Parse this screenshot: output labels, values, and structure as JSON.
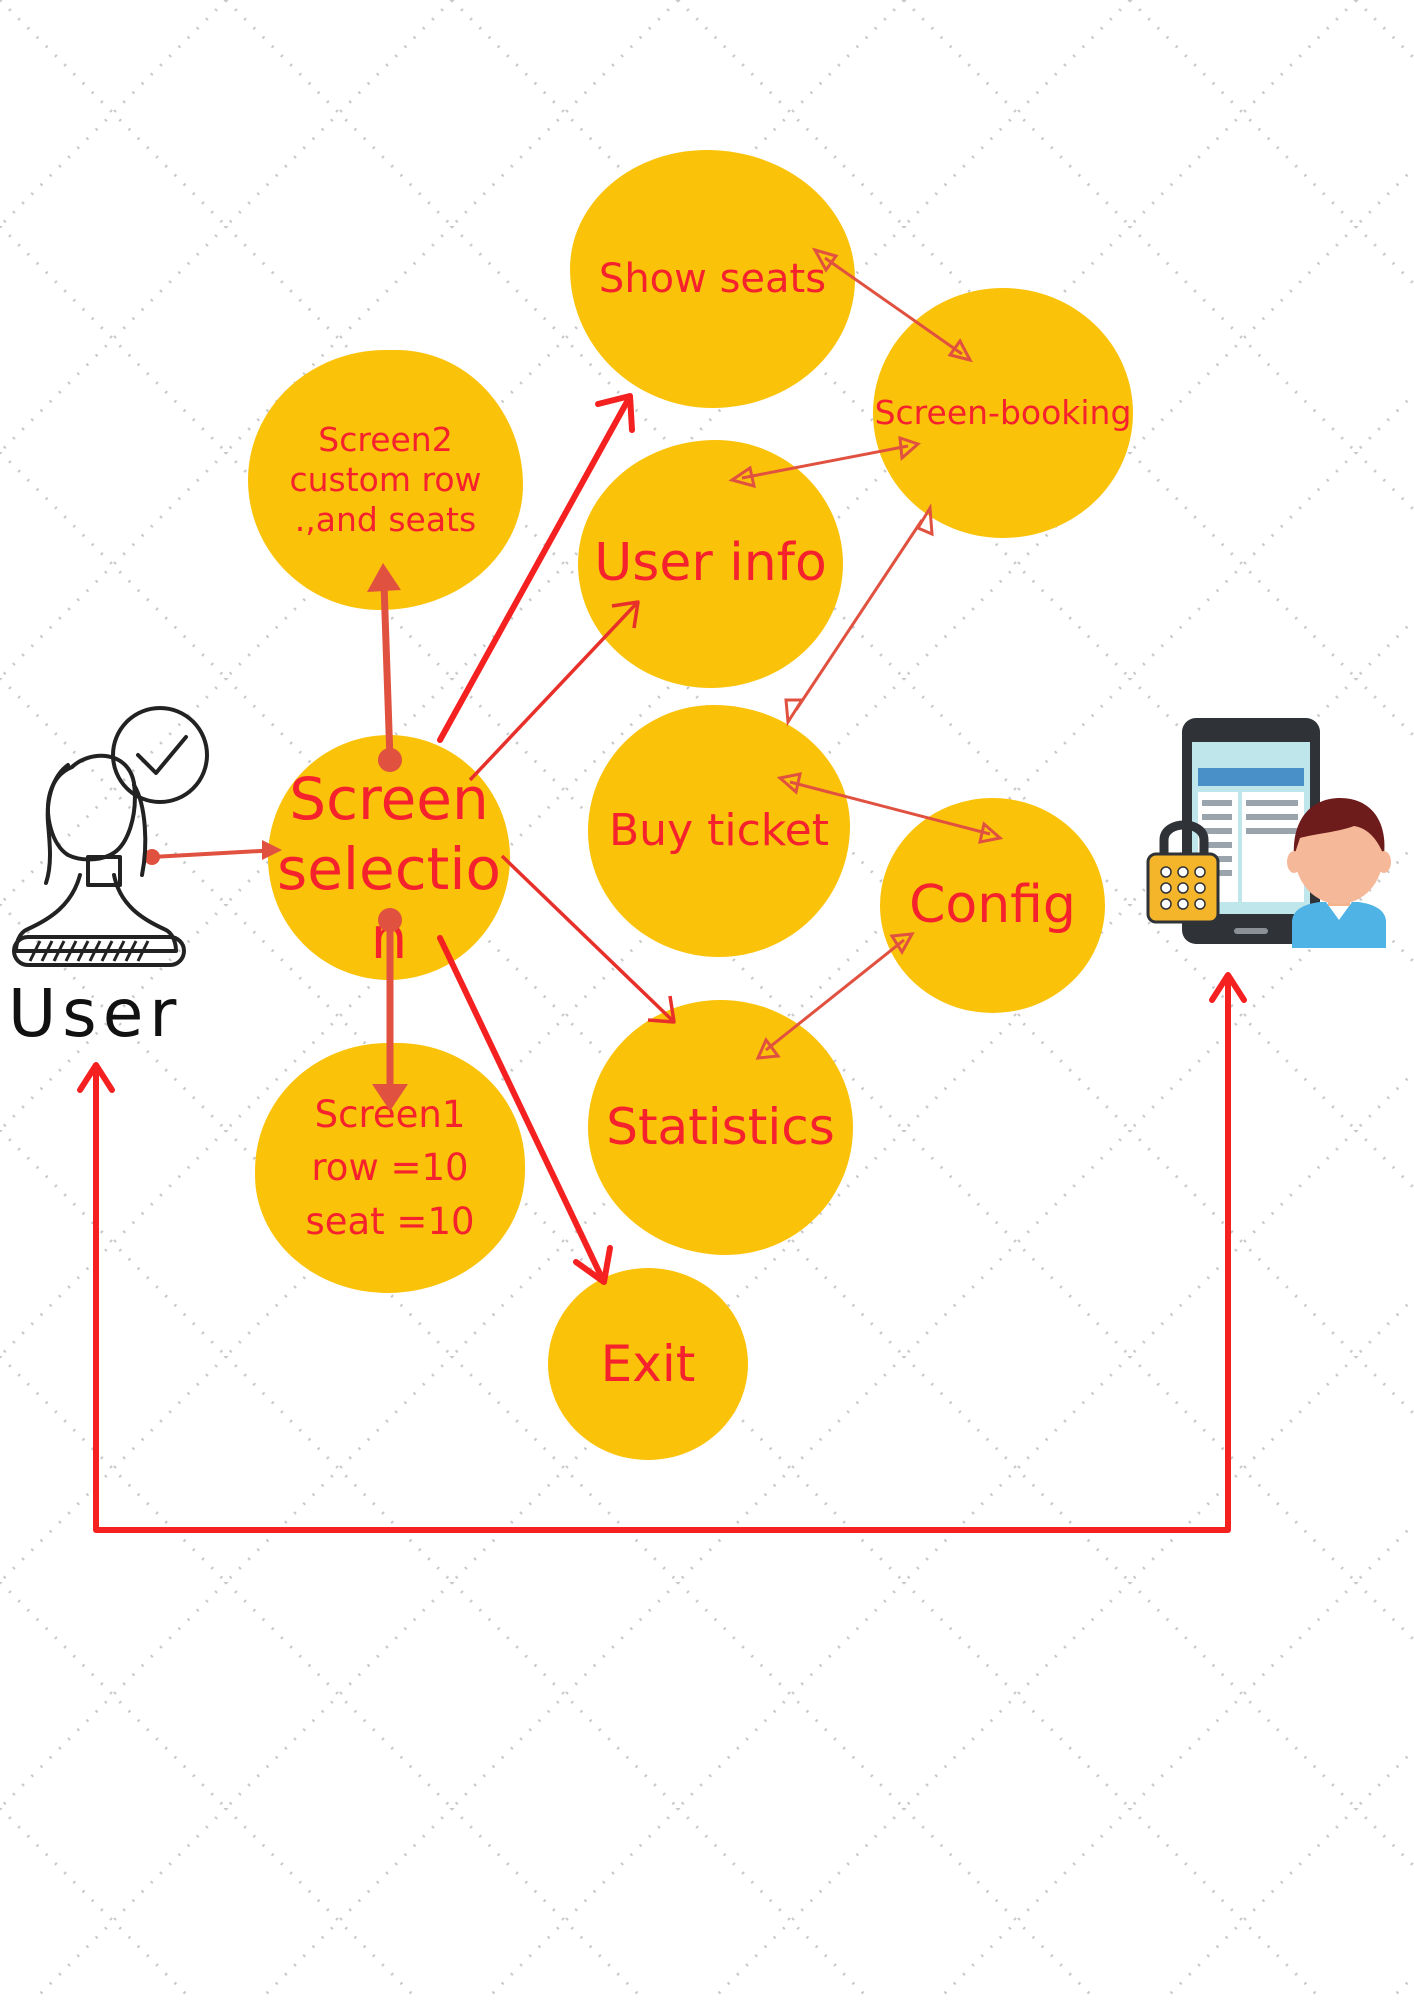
{
  "colors": {
    "background": "#ffffff",
    "dots": "#c8c8c8",
    "node_fill": "#fbc20a",
    "node_text": "#f5222d",
    "arrow_bold": "#f52020",
    "arrow_soft": "#e0513f"
  },
  "user": {
    "label": "User",
    "icon": "user-check-icon"
  },
  "admin": {
    "icon": "admin-phone-lock-icon"
  },
  "nodes": {
    "screen_selection": {
      "line1": "Screen",
      "line2": "selectio",
      "line3": "n"
    },
    "screen2": {
      "line1": "Screen2",
      "line2": "custom row",
      "line3": ".,and seats"
    },
    "screen1": {
      "line1": "Screen1",
      "line2": "row =10",
      "line3": "seat =10"
    },
    "show_seats": {
      "label": "Show seats"
    },
    "screen_booking": {
      "label": "Screen-booking"
    },
    "user_info": {
      "label": "User info"
    },
    "buy_ticket": {
      "label": "Buy ticket"
    },
    "config": {
      "label": "Config"
    },
    "statistics": {
      "label": "Statistics"
    },
    "exit": {
      "label": "Exit"
    }
  }
}
